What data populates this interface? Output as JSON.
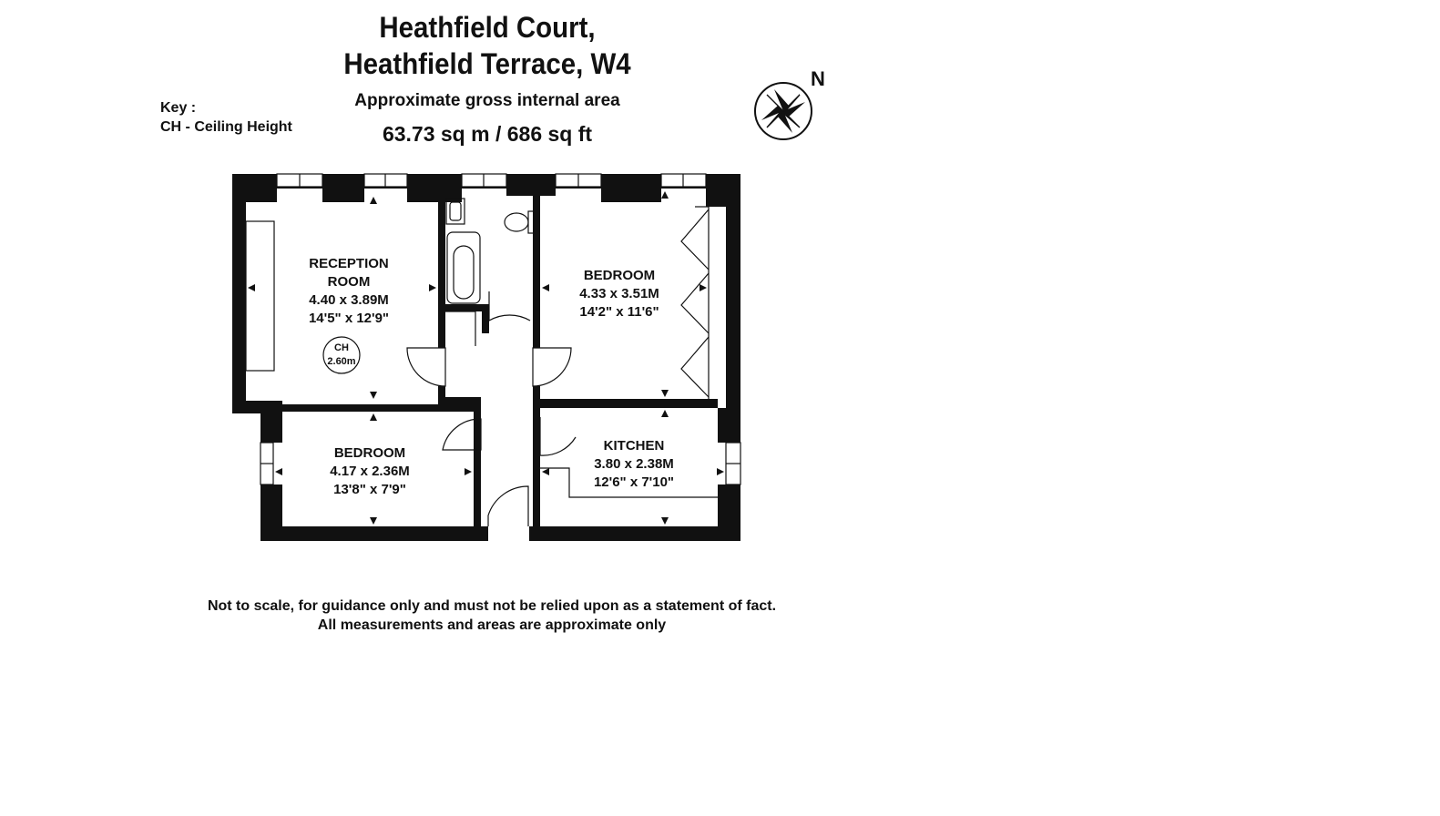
{
  "header": {
    "title_line1": "Heathfield Court,",
    "title_line2": "Heathfield Terrace, W4",
    "area_label": "Approximate gross internal area",
    "area_value": "63.73 sq m /  686 sq ft"
  },
  "key": {
    "heading": "Key :",
    "item": "CH - Ceiling Height"
  },
  "compass": {
    "north_label": "N"
  },
  "rooms": {
    "reception": {
      "name_line1": "RECEPTION",
      "name_line2": "ROOM",
      "metric": "4.40 x 3.89M",
      "imperial": "14'5\" x 12'9\""
    },
    "bedroom1": {
      "name": "BEDROOM",
      "metric": "4.33 x 3.51M",
      "imperial": "14'2\" x 11'6\""
    },
    "bedroom2": {
      "name": "BEDROOM",
      "metric": "4.17 x 2.36M",
      "imperial": "13'8\" x 7'9\""
    },
    "kitchen": {
      "name": "KITCHEN",
      "metric": "3.80 x 2.38M",
      "imperial": "12'6\" x 7'10\""
    }
  },
  "ceiling_height": {
    "label": "CH",
    "value": "2.60m"
  },
  "disclaimer": {
    "line1": "Not to scale, for guidance only and must not be relied upon as a statement of fact.",
    "line2": "All measurements and areas are approximate only"
  }
}
